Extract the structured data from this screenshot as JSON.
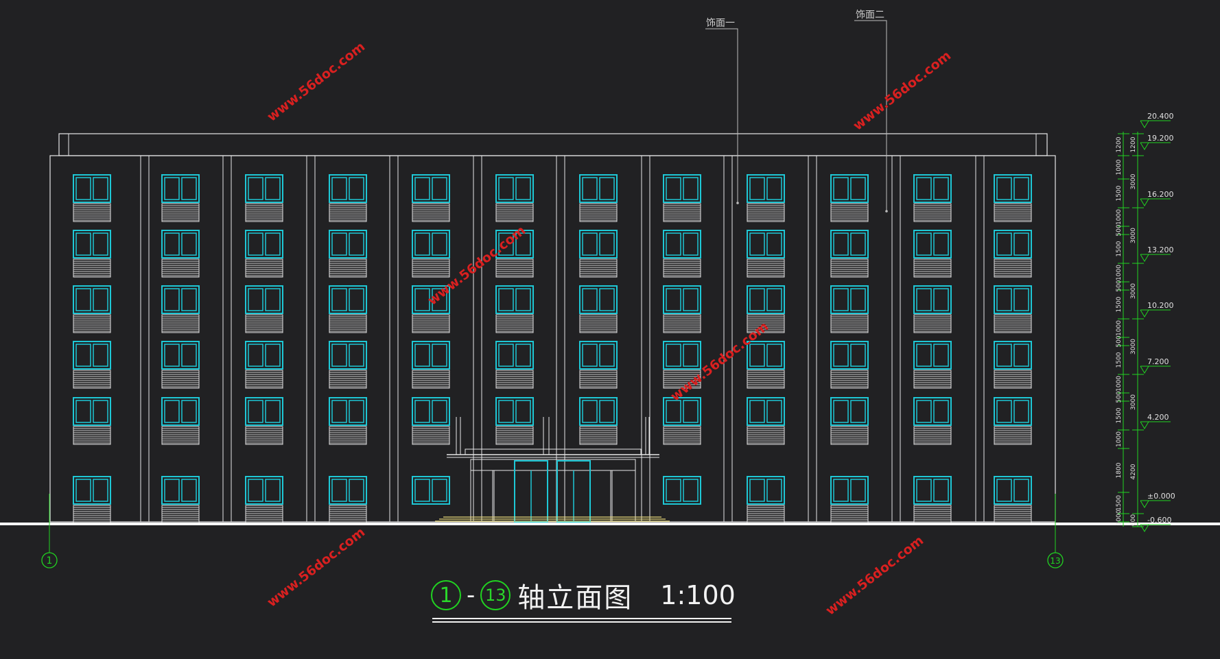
{
  "drawing": {
    "title_axis_start": "1",
    "title_axis_end": "13",
    "title_dash": "-",
    "title_text": "轴立面图",
    "title_scale": "1:100",
    "axis_left": "1",
    "axis_right": "13",
    "callouts": [
      "饰面一",
      "饰面二"
    ],
    "elevations": [
      "20.400",
      "19.200",
      "16.200",
      "13.200",
      "10.200",
      "7.200",
      "4.200",
      "±0.000",
      "-0.600"
    ],
    "dims_inner": [
      "1200",
      "1000",
      "1500",
      "1000",
      "500",
      "1500",
      "1000",
      "500",
      "1500",
      "1000",
      "500",
      "1500",
      "1000",
      "500",
      "1500",
      "1000",
      "1800",
      "1500",
      "1000"
    ],
    "dims_outer": [
      "1200",
      "3000",
      "3000",
      "3000",
      "3000",
      "3000",
      "4200",
      "600"
    ],
    "watermarks": [
      "www.56doc.com",
      "www.56doc.com",
      "www.56doc.com",
      "www.56doc.com",
      "www.56doc.com",
      "www.56doc.com"
    ]
  },
  "colors": {
    "background": "#212123",
    "line": "#e8e8e8",
    "window": "#1ec8d6",
    "dimension": "#21d321",
    "ground": "#ffffff",
    "step": "#e6d879",
    "watermark": "#d92020"
  }
}
